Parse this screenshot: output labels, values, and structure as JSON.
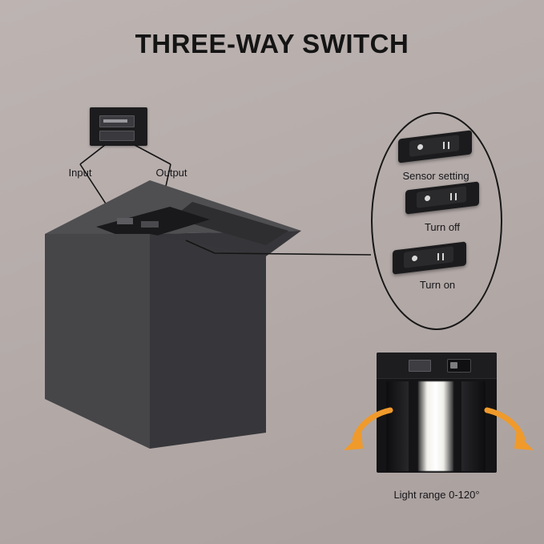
{
  "page": {
    "title": "THREE-WAY SWITCH",
    "background_color": "#b5acaa"
  },
  "callouts": {
    "input_label": "Input",
    "output_label": "Output"
  },
  "switch_group": {
    "items": [
      {
        "label": "Sensor setting",
        "icon": "rocker-switch-icon",
        "markings": [
          "dot",
          "bar",
          "bar"
        ]
      },
      {
        "label": "Turn off",
        "icon": "rocker-switch-icon",
        "markings": [
          "dot",
          "bar",
          "bar"
        ]
      },
      {
        "label": "Turn on",
        "icon": "rocker-switch-icon",
        "markings": [
          "dot",
          "bar",
          "bar"
        ]
      }
    ]
  },
  "light_range": {
    "label": "Light range 0-120°",
    "arrow_color": "#f09a2b",
    "icons": [
      "usb-port-icon",
      "toggle-switch-icon",
      "left-arrow-icon",
      "right-arrow-icon"
    ]
  },
  "product": {
    "name": "cube-wall-lamp",
    "body_color": "#434347"
  }
}
